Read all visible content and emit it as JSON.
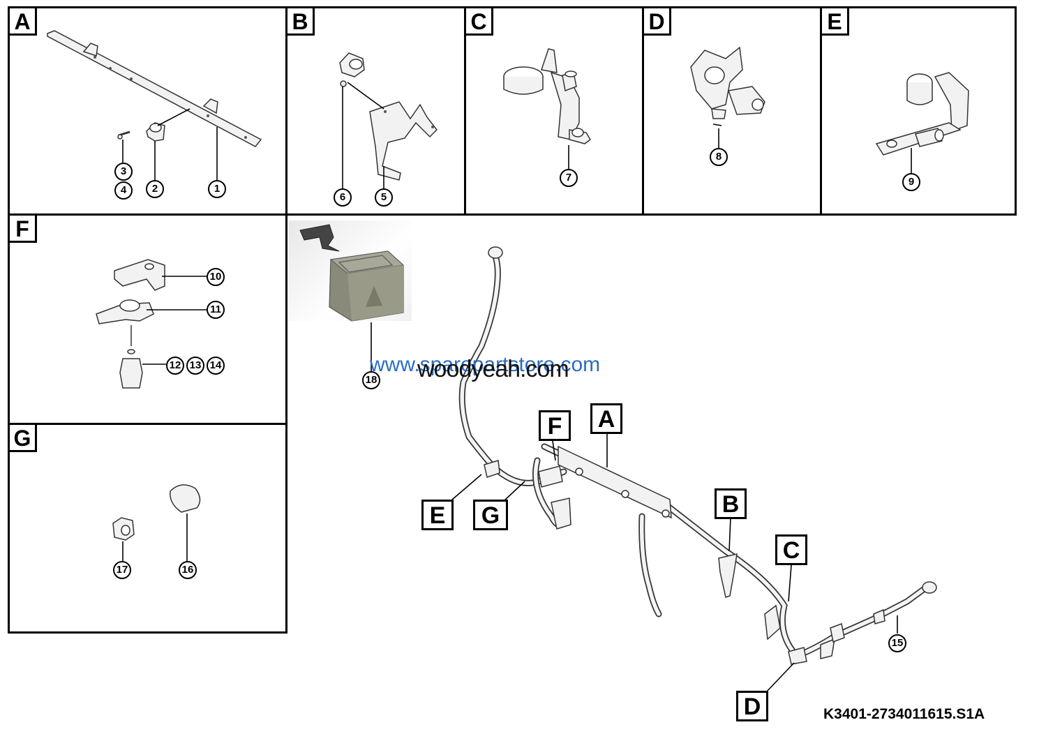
{
  "panels": [
    {
      "label": "A",
      "callouts": [
        "3",
        "4",
        "2",
        "1"
      ]
    },
    {
      "label": "B",
      "callouts": [
        "6",
        "5"
      ]
    },
    {
      "label": "C",
      "callouts": [
        "7"
      ]
    },
    {
      "label": "D",
      "callouts": [
        "8"
      ]
    },
    {
      "label": "E",
      "callouts": [
        "9"
      ]
    },
    {
      "label": "F",
      "callouts": [
        "10",
        "11",
        "12",
        "13",
        "14"
      ]
    },
    {
      "label": "G",
      "callouts": [
        "17",
        "16"
      ]
    }
  ],
  "main": {
    "callouts": [
      "18",
      "15"
    ],
    "detail_labels": [
      "F",
      "A",
      "B",
      "C",
      "E",
      "G",
      "D"
    ]
  },
  "watermarks": [
    "www.sparepartstore.com",
    "woodyeah.com"
  ],
  "part_number": "K3401-2734011615.S1A"
}
